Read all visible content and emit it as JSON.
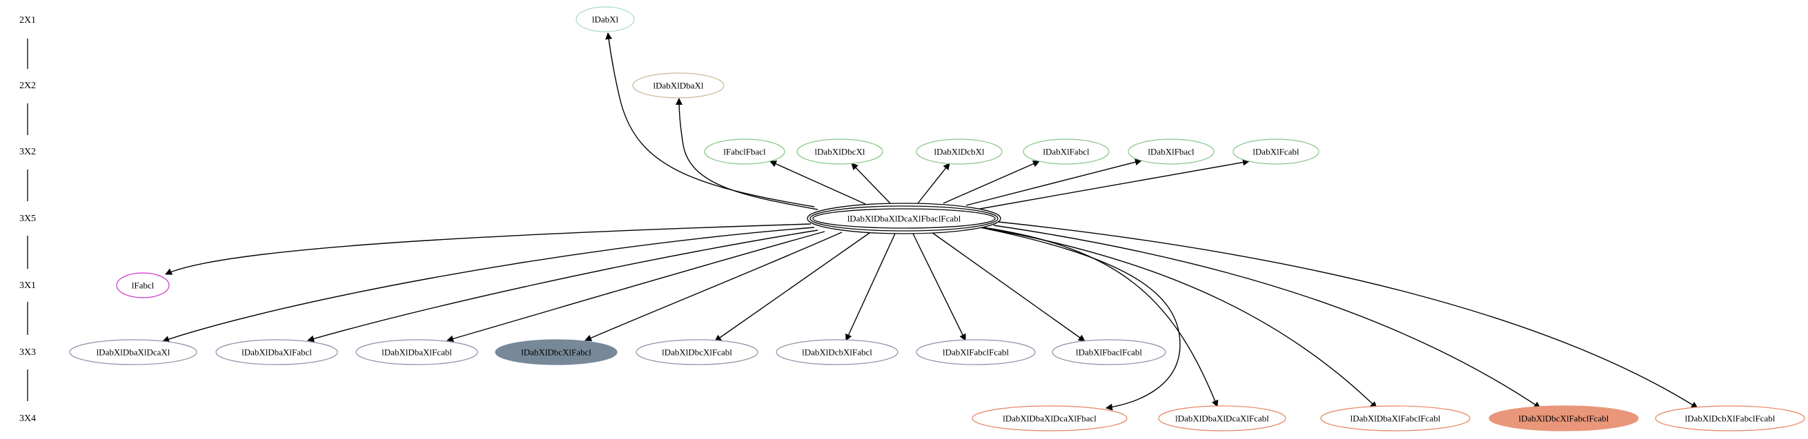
{
  "ranks": [
    "2X1",
    "2X2",
    "3X2",
    "3X5",
    "3X1",
    "3X3",
    "3X4"
  ],
  "nodes": [
    {
      "id": "n_dabx",
      "label": "lDabXl",
      "rank": "2X1",
      "style": "outline",
      "color": "#a8d8cf"
    },
    {
      "id": "n_dabx_dbax",
      "label": "lDabXlDbaXl",
      "rank": "2X2",
      "style": "outline",
      "color": "#c8b89a"
    },
    {
      "id": "n_fabc_fbac",
      "label": "lFabclFbacl",
      "rank": "3X2",
      "style": "outline",
      "color": "#86c486"
    },
    {
      "id": "n_dabx_dbcx",
      "label": "lDabXlDbcXl",
      "rank": "3X2",
      "style": "outline",
      "color": "#86c486"
    },
    {
      "id": "n_dabx_dcbx",
      "label": "lDabXlDcbXl",
      "rank": "3X2",
      "style": "outline",
      "color": "#86c486"
    },
    {
      "id": "n_dabx_fabc",
      "label": "lDabXlFabcl",
      "rank": "3X2",
      "style": "outline",
      "color": "#86c486"
    },
    {
      "id": "n_dabx_fbac",
      "label": "lDabXlFbacl",
      "rank": "3X2",
      "style": "outline",
      "color": "#86c486"
    },
    {
      "id": "n_dabx_fcab",
      "label": "lDabXlFcabl",
      "rank": "3X2",
      "style": "outline",
      "color": "#86c486"
    },
    {
      "id": "n_center",
      "label": "lDabXlDbaXlDcaXlFbaclFcabl",
      "rank": "3X5",
      "style": "triple",
      "color": "#000000"
    },
    {
      "id": "n_fabc",
      "label": "lFabcl",
      "rank": "3X1",
      "style": "outline",
      "color": "#cc33cc"
    },
    {
      "id": "n_dbax_dcax",
      "label": "lDabXlDbaXlDcaXl",
      "rank": "3X3",
      "style": "outline",
      "color": "#8893a8"
    },
    {
      "id": "n_dbax_fabc",
      "label": "lDabXlDbaXlFabcl",
      "rank": "3X3",
      "style": "outline",
      "color": "#8893a8"
    },
    {
      "id": "n_dbax_fcab",
      "label": "lDabXlDbaXlFcabl",
      "rank": "3X3",
      "style": "outline",
      "color": "#8893a8"
    },
    {
      "id": "n_dbcx_fabc",
      "label": "lDabXlDbcXlFabcl",
      "rank": "3X3",
      "style": "filled",
      "color": "#778899"
    },
    {
      "id": "n_dbcx_fcab",
      "label": "lDabXlDbcXlFcabl",
      "rank": "3X3",
      "style": "outline",
      "color": "#8893a8"
    },
    {
      "id": "n_dcbx_fabc",
      "label": "lDabXlDcbXlFabcl",
      "rank": "3X3",
      "style": "outline",
      "color": "#8893a8"
    },
    {
      "id": "n_fabc_fcab",
      "label": "lDabXlFabclFcabl",
      "rank": "3X3",
      "style": "outline",
      "color": "#8893a8"
    },
    {
      "id": "n_fbac_fcab",
      "label": "lDabXlFbaclFcabl",
      "rank": "3X3",
      "style": "outline",
      "color": "#8893a8"
    },
    {
      "id": "n_4_dcax_fbac",
      "label": "lDabXlDbaXlDcaXlFbacl",
      "rank": "3X4",
      "style": "outline",
      "color": "#e8835f"
    },
    {
      "id": "n_4_dcax_fcab",
      "label": "lDabXlDbaXlDcaXlFcabl",
      "rank": "3X4",
      "style": "outline",
      "color": "#e8835f"
    },
    {
      "id": "n_4_fabc_fcab",
      "label": "lDabXlDbaXlFabclFcabl",
      "rank": "3X4",
      "style": "outline",
      "color": "#e8835f"
    },
    {
      "id": "n_4_dbcx",
      "label": "lDabXlDbcXlFabclFcabl",
      "rank": "3X4",
      "style": "filled",
      "color": "#e9967a"
    },
    {
      "id": "n_4_dcbx",
      "label": "lDabXlDcbXlFabclFcabl",
      "rank": "3X4",
      "style": "outline",
      "color": "#e8835f"
    }
  ],
  "edges": [
    {
      "from": "n_center",
      "to": "n_dabx"
    },
    {
      "from": "n_center",
      "to": "n_dabx_dbax"
    },
    {
      "from": "n_center",
      "to": "n_fabc_fbac"
    },
    {
      "from": "n_center",
      "to": "n_dabx_dbcx"
    },
    {
      "from": "n_center",
      "to": "n_dabx_dcbx"
    },
    {
      "from": "n_center",
      "to": "n_dabx_fabc"
    },
    {
      "from": "n_center",
      "to": "n_dabx_fbac"
    },
    {
      "from": "n_center",
      "to": "n_dabx_fcab"
    },
    {
      "from": "n_center",
      "to": "n_fabc"
    },
    {
      "from": "n_center",
      "to": "n_dbax_dcax"
    },
    {
      "from": "n_center",
      "to": "n_dbax_fabc"
    },
    {
      "from": "n_center",
      "to": "n_dbax_fcab"
    },
    {
      "from": "n_center",
      "to": "n_dbcx_fabc"
    },
    {
      "from": "n_center",
      "to": "n_dbcx_fcab"
    },
    {
      "from": "n_center",
      "to": "n_dcbx_fabc"
    },
    {
      "from": "n_center",
      "to": "n_fabc_fcab"
    },
    {
      "from": "n_center",
      "to": "n_fbac_fcab"
    },
    {
      "from": "n_center",
      "to": "n_4_dcax_fbac"
    },
    {
      "from": "n_center",
      "to": "n_4_dcax_fcab"
    },
    {
      "from": "n_center",
      "to": "n_4_fabc_fcab"
    },
    {
      "from": "n_center",
      "to": "n_4_dbcx"
    },
    {
      "from": "n_center",
      "to": "n_4_dcbx"
    }
  ]
}
